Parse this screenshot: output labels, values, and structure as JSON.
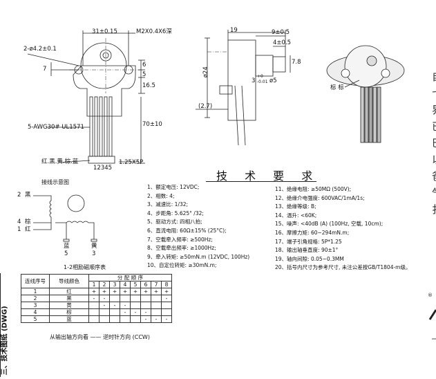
{
  "dimensions": {
    "width_31": "31±0.15",
    "hole_m2": "M2X0.4X6深",
    "hole_2phi": "2-ø4.2±0.1",
    "d_7": "7",
    "d_6": "6",
    "d_5": "5",
    "d_16_5": "16.5",
    "d_70": "70±10",
    "wire_awg": "5-AWG30# UL1571",
    "wire_colors": "红.黑.黄.棕.蓝",
    "connector_seq": "12345",
    "connector_pitch": "1.25X5P",
    "d_19": "19",
    "d_9": "9±0.5",
    "d_4": "4±0.5",
    "d_24": "ø24",
    "d_2_7": "(2.7)",
    "d_3": "3",
    "d_phi5": "ø5",
    "d_7_8": "7.8",
    "tol_a": "+0",
    "tol_b": "-0.01",
    "marker_label": "标 标"
  },
  "wiring": {
    "title": "接线示意图",
    "pin2_num": "2",
    "pin2_color": "黑",
    "pin4_num": "4",
    "pin4_color": "棕",
    "pin1_num": "1",
    "pin1_color": "红",
    "pin5_color": "蓝",
    "pin5_num": "5",
    "pin3_color": "黄",
    "pin3_num": "3"
  },
  "sequence_table": {
    "caption": "1-2相励磁顺序表",
    "h_seq": "连线序号",
    "h_color": "导线颜色",
    "h_dist": "分  配  顺  序",
    "steps": [
      "1",
      "2",
      "3",
      "4",
      "5",
      "6",
      "7",
      "8"
    ],
    "rows": [
      {
        "num": "1",
        "color": "红",
        "cells": [
          "+",
          "+",
          "+",
          "+",
          "+",
          "+",
          "+",
          "+"
        ]
      },
      {
        "num": "2",
        "color": "黑",
        "cells": [
          "-",
          "-",
          "",
          "",
          "",
          "",
          "",
          "-"
        ]
      },
      {
        "num": "3",
        "color": "黄",
        "cells": [
          "",
          "-",
          "-",
          "-",
          "",
          "",
          "",
          ""
        ]
      },
      {
        "num": "4",
        "color": "棕",
        "cells": [
          "",
          "",
          "",
          "-",
          "-",
          "-",
          "",
          ""
        ]
      },
      {
        "num": "5",
        "color": "蓝",
        "cells": [
          "",
          "",
          "",
          "",
          "",
          "-",
          "-",
          "-"
        ]
      }
    ],
    "footer": "从输出轴方向看 —— 逆时针方向 (CCW)"
  },
  "requirements": {
    "title": "技 术 要 求",
    "left": [
      "1、额定电压: 12VDC;",
      "2、相数: 4;",
      "3、减速比: 1/32;",
      "4、步距角: 5.625° /32;",
      "5、驱动方式: 四相八拍;",
      "6、直流电阻: 60Ω±15% (25°C);",
      "7、空载牵入频率: ≥500Hz;",
      "8、空载牵出频率: ≥1000Hz;",
      "9、牵入转矩: ≥50mN.m (12VDC, 100Hz)",
      "10、自定位转矩: ≥30mN.m;"
    ],
    "right": [
      "11、绝缘电阻: ≥50MΩ (500V);",
      "12、绝缘介电强度: 600VAC/1mA/1s;",
      "13、绝缘等级: B;",
      "14、温升: <60K;",
      "15、噪声: <40dB (A) (100Hz, 空载, 10cm);",
      "16、摩擦力矩: 60~294mN.m;",
      "17、端子引角规格: 5P*1.25",
      "18、输出轴垂直度: 90±1°",
      "19、轴向间隙: 0.05~0.3MM",
      "20、括号内尺寸为参考尺寸, 未注公差按GB/T1804-m级。"
    ]
  },
  "side_label": "三、技术图纸 (DWG)",
  "right_chars": [
    "自",
    "弋",
    "界",
    "已",
    "巳",
    "以",
    "爸",
    "气",
    "扌"
  ],
  "right_symbol": "®"
}
